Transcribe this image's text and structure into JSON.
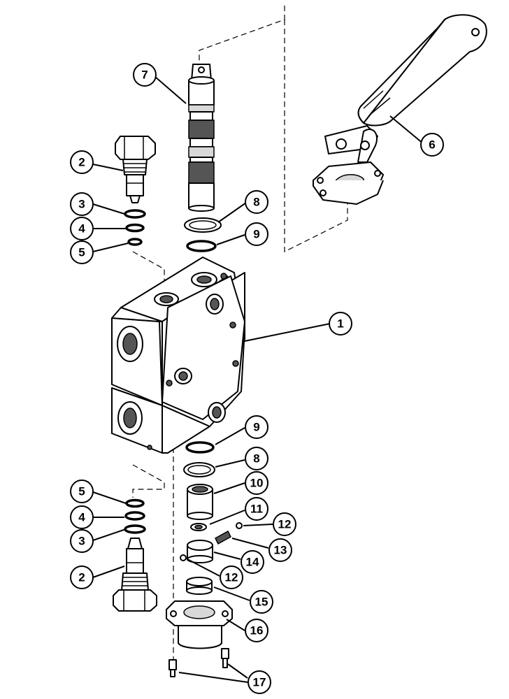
{
  "callouts": [
    {
      "id": "c1",
      "label": "1"
    },
    {
      "id": "c2a",
      "label": "2"
    },
    {
      "id": "c3a",
      "label": "3"
    },
    {
      "id": "c4a",
      "label": "4"
    },
    {
      "id": "c5a",
      "label": "5"
    },
    {
      "id": "c6",
      "label": "6"
    },
    {
      "id": "c7",
      "label": "7"
    },
    {
      "id": "c8a",
      "label": "8"
    },
    {
      "id": "c9a",
      "label": "9"
    },
    {
      "id": "c9b",
      "label": "9"
    },
    {
      "id": "c8b",
      "label": "8"
    },
    {
      "id": "c10",
      "label": "10"
    },
    {
      "id": "c11",
      "label": "11"
    },
    {
      "id": "c12a",
      "label": "12"
    },
    {
      "id": "c13",
      "label": "13"
    },
    {
      "id": "c14",
      "label": "14"
    },
    {
      "id": "c12b",
      "label": "12"
    },
    {
      "id": "c15",
      "label": "15"
    },
    {
      "id": "c16",
      "label": "16"
    },
    {
      "id": "c5b",
      "label": "5"
    },
    {
      "id": "c4b",
      "label": "4"
    },
    {
      "id": "c3b",
      "label": "3"
    },
    {
      "id": "c2b",
      "label": "2"
    },
    {
      "id": "c17",
      "label": "17"
    }
  ]
}
